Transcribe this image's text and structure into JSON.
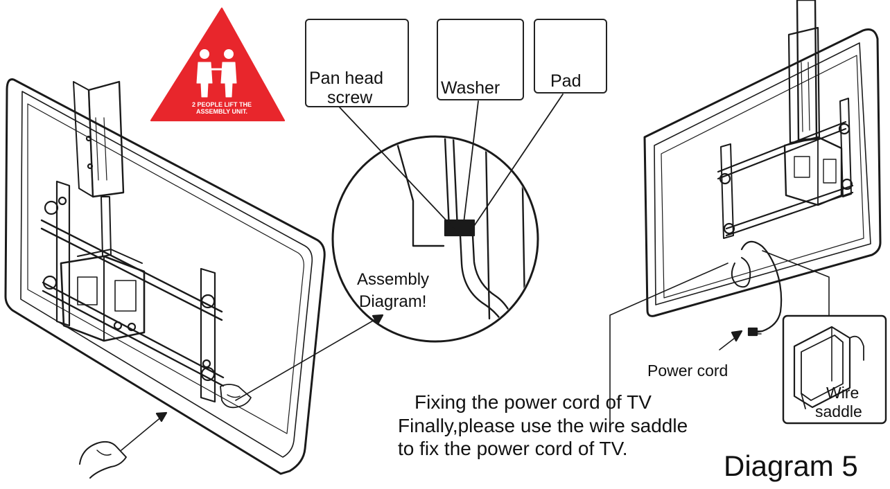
{
  "warning": {
    "line1": "2 PEOPLE LIFT THE",
    "line2": "ASSEMBLY UNIT.",
    "color": "#e8262c"
  },
  "callouts": {
    "screw": {
      "line1": "Pan head",
      "line2": "screw"
    },
    "washer": "Washer",
    "pad": "Pad"
  },
  "assembly": {
    "line1": "Assembly",
    "line2": "Diagram!"
  },
  "power_cord": "Power cord",
  "wire_saddle": {
    "line1": "Wire",
    "line2": "saddle"
  },
  "instructions": {
    "heading": "Fixing the power cord of TV",
    "line1": "Finally,please use the wire saddle",
    "line2": "to fix the power cord of TV."
  },
  "diagram_label": "Diagram 5"
}
